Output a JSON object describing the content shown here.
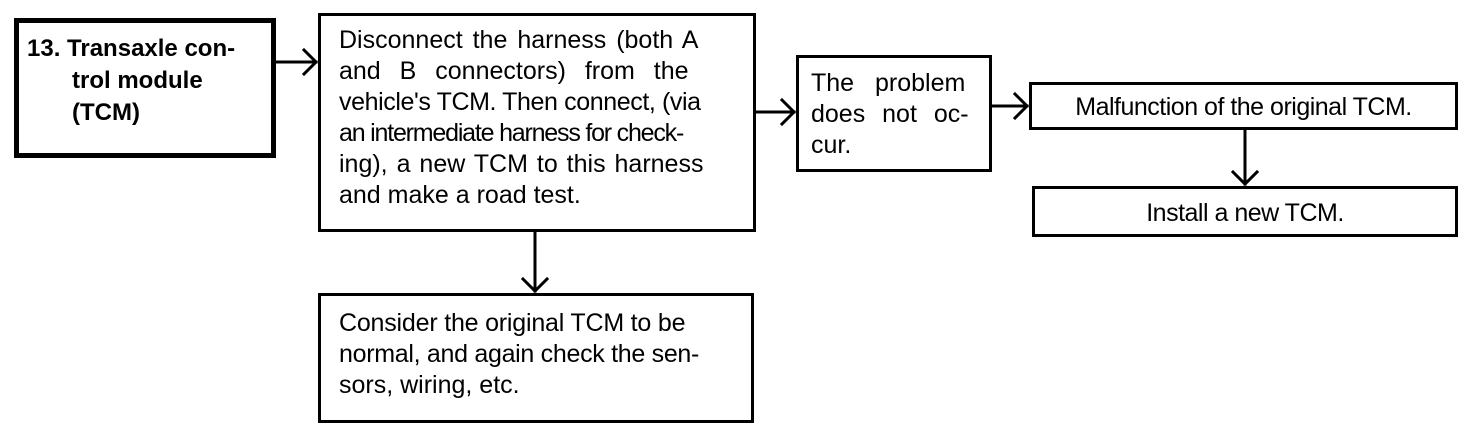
{
  "boxes": {
    "tcm": {
      "lines": [
        "13. Transaxle con-",
        "trol module",
        "(TCM)"
      ]
    },
    "disconnect": {
      "lines": [
        "Disconnect the harness (both A",
        "and B connectors) from the",
        "vehicle's TCM. Then connect, (via",
        "an intermediate harness for check-",
        "ing), a new TCM to this harness",
        "and make a road test."
      ]
    },
    "no_problem": {
      "lines": [
        "The problem",
        "does not oc-",
        "cur."
      ]
    },
    "malfunction": {
      "lines": [
        "Malfunction of the original TCM."
      ]
    },
    "install": {
      "lines": [
        "Install a new TCM."
      ]
    },
    "consider": {
      "lines": [
        "Consider the original TCM to be",
        "normal, and again check the sen-",
        "sors, wiring, etc."
      ]
    }
  }
}
